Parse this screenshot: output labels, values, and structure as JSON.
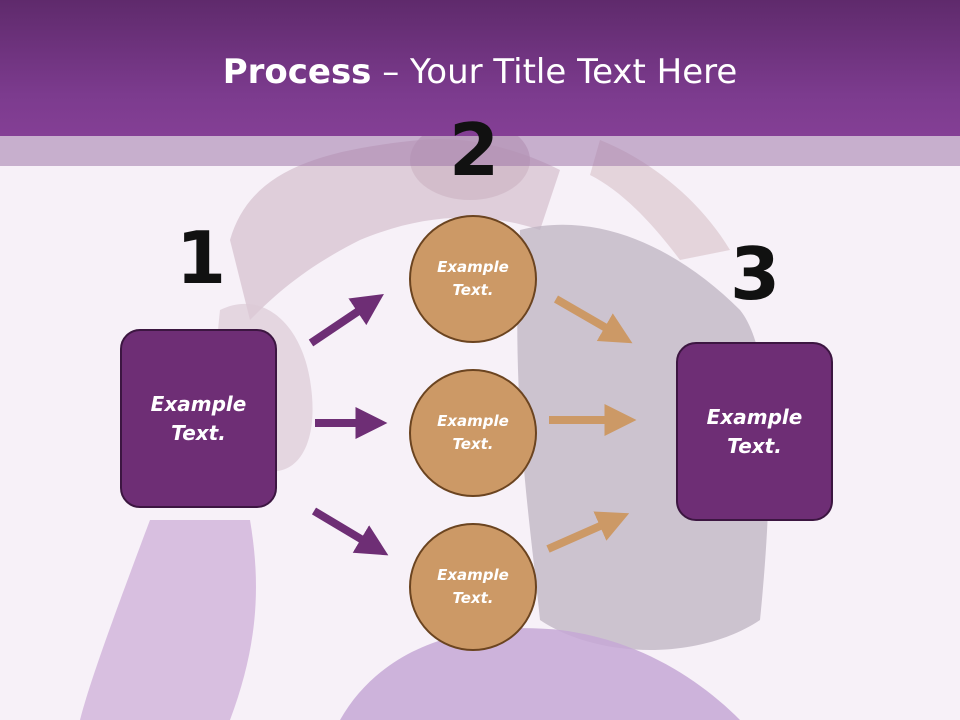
{
  "title": {
    "bold": "Process",
    "rest": " – Your Title Text Here"
  },
  "steps": {
    "one": "1",
    "two": "2",
    "three": "3"
  },
  "left_box": {
    "line1": "Example",
    "line2": "Text."
  },
  "right_box": {
    "line1": "Example",
    "line2": "Text."
  },
  "circles": [
    {
      "line1": "Example",
      "line2": "Text."
    },
    {
      "line1": "Example",
      "line2": "Text."
    },
    {
      "line1": "Example",
      "line2": "Text."
    }
  ],
  "colors": {
    "purple": "#6e2e75",
    "orange": "#cc9966",
    "header": "#7c3b8e"
  }
}
